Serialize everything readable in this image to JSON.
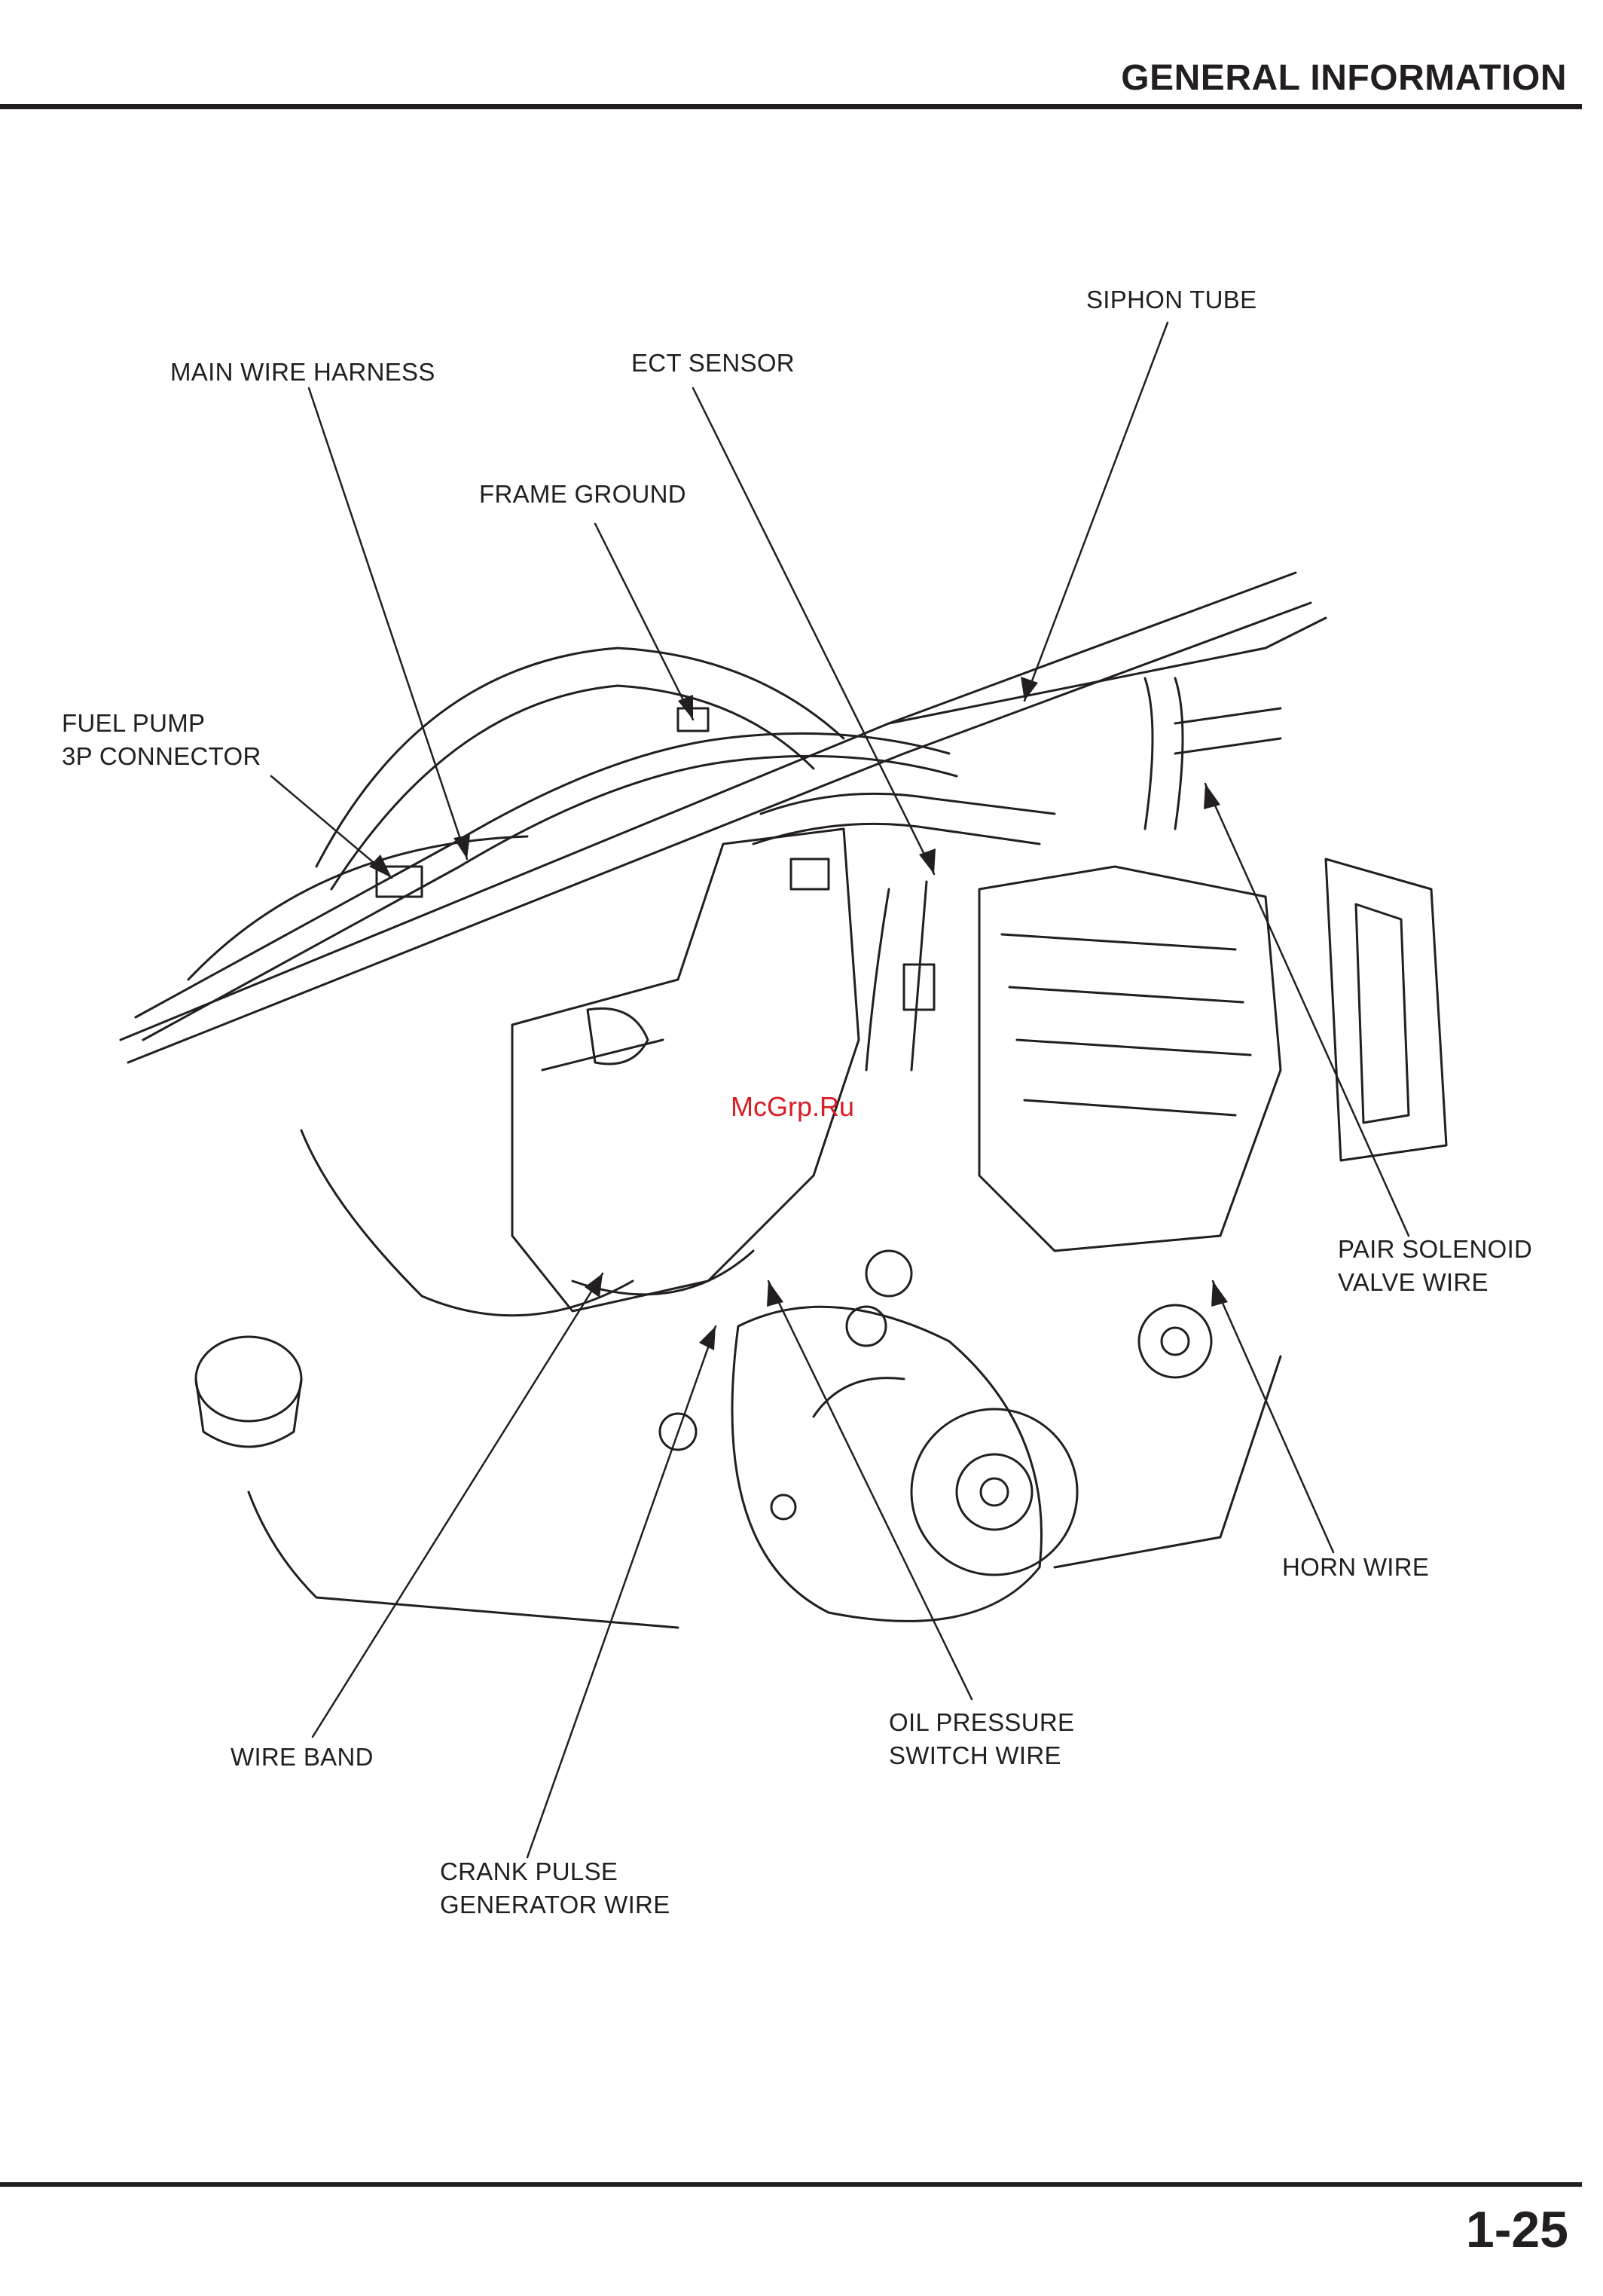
{
  "header": {
    "title": "GENERAL INFORMATION"
  },
  "watermark": "McGrp.Ru",
  "callouts": {
    "siphon_tube": "SIPHON TUBE",
    "main_wire_harness": "MAIN WIRE HARNESS",
    "ect_sensor": "ECT SENSOR",
    "frame_ground": "FRAME GROUND",
    "fuel_pump_connector": "FUEL PUMP\n3P CONNECTOR",
    "pair_solenoid_valve_wire": "PAIR SOLENOID\nVALVE WIRE",
    "horn_wire": "HORN WIRE",
    "oil_pressure_switch_wire": "OIL PRESSURE\nSWITCH WIRE",
    "wire_band": "WIRE BAND",
    "crank_pulse_generator_wire": "CRANK PULSE\nGENERATOR WIRE"
  },
  "footer": {
    "page_number": "1-25"
  }
}
